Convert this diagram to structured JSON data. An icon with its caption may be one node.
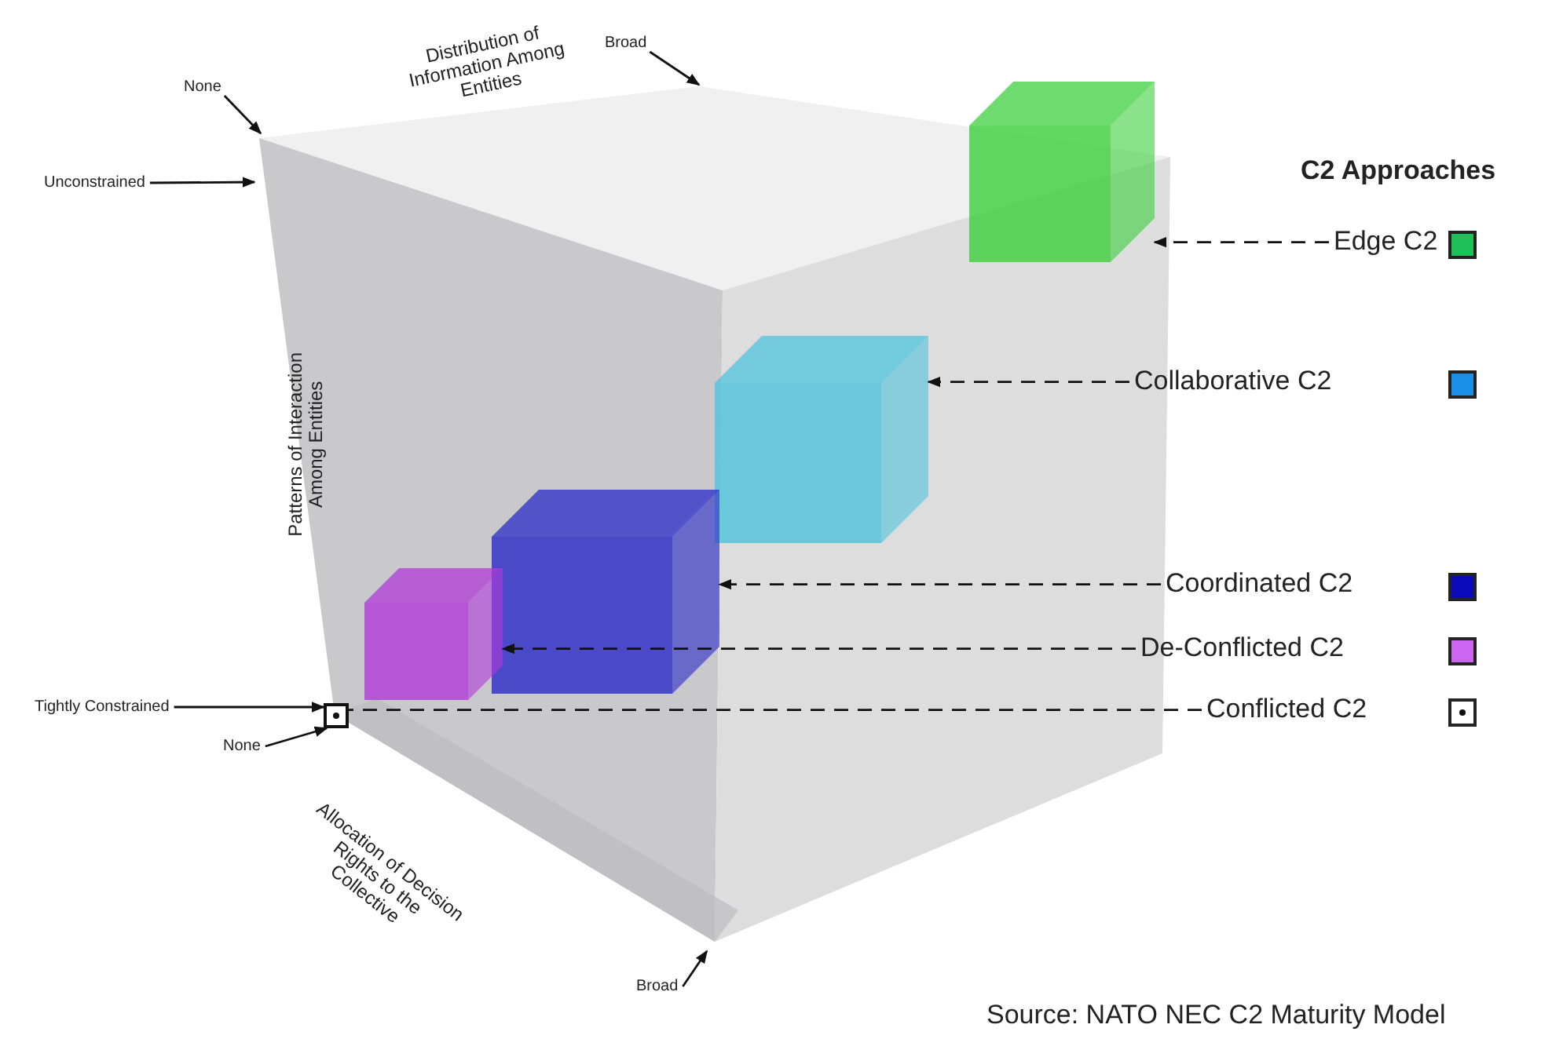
{
  "diagram": {
    "nodes": [
      {
        "text": [
          "Broad"
        ]
      },
      {
        "text": [
          "None"
        ]
      },
      {
        "text": [
          "Unconstrained"
        ]
      },
      {
        "text": [
          "Edge C2"
        ]
      },
      {
        "text": [],
        "shape": "box"
      },
      {
        "text": [
          "Collaborative C2"
        ]
      },
      {
        "text": [],
        "shape": "box"
      },
      {
        "text": [
          "Coordinated C2"
        ]
      },
      {
        "text": [],
        "shape": "box"
      },
      {
        "text": [
          "De-Conflicted C2"
        ]
      },
      {
        "text": [],
        "shape": "box"
      },
      {
        "text": [
          "Tightly Constrained"
        ]
      },
      {
        "text": [],
        "shape": "box"
      },
      {
        "text": [
          "Conflicted C2"
        ]
      },
      {
        "text": [
          "None"
        ]
      },
      {
        "text": [
          "Broad"
        ]
      }
    ],
    "edges": [
      {
        "from": 0,
        "to": null,
        "arrow": "to"
      },
      {
        "from": 1,
        "to": null,
        "arrow": "to"
      },
      {
        "from": 2,
        "to": null,
        "arrow": "to"
      },
      {
        "from": 3,
        "to": 4,
        "arrow": "to",
        "style": "dashed"
      },
      {
        "from": 5,
        "to": 6,
        "arrow": "to",
        "style": "dashed"
      },
      {
        "from": 7,
        "to": 8,
        "arrow": "to",
        "style": "dashed"
      },
      {
        "from": 9,
        "to": 10,
        "arrow": "to",
        "style": "dashed"
      },
      {
        "from": 11,
        "to": 12,
        "arrow": "to"
      },
      {
        "from": 13,
        "to": 12,
        "arrow": "none",
        "style": "dashed"
      },
      {
        "from": 14,
        "to": 12,
        "arrow": "to"
      },
      {
        "from": 15,
        "to": null,
        "arrow": "to"
      }
    ],
    "labels": [
      "Distribution of Information Among Entities",
      "C2 Approaches",
      "Patterns of Interaction Among Entities",
      "Allocation of Decision Rights to the Collective",
      "Source: NATO NEC C2 Maturity Model"
    ]
  }
}
